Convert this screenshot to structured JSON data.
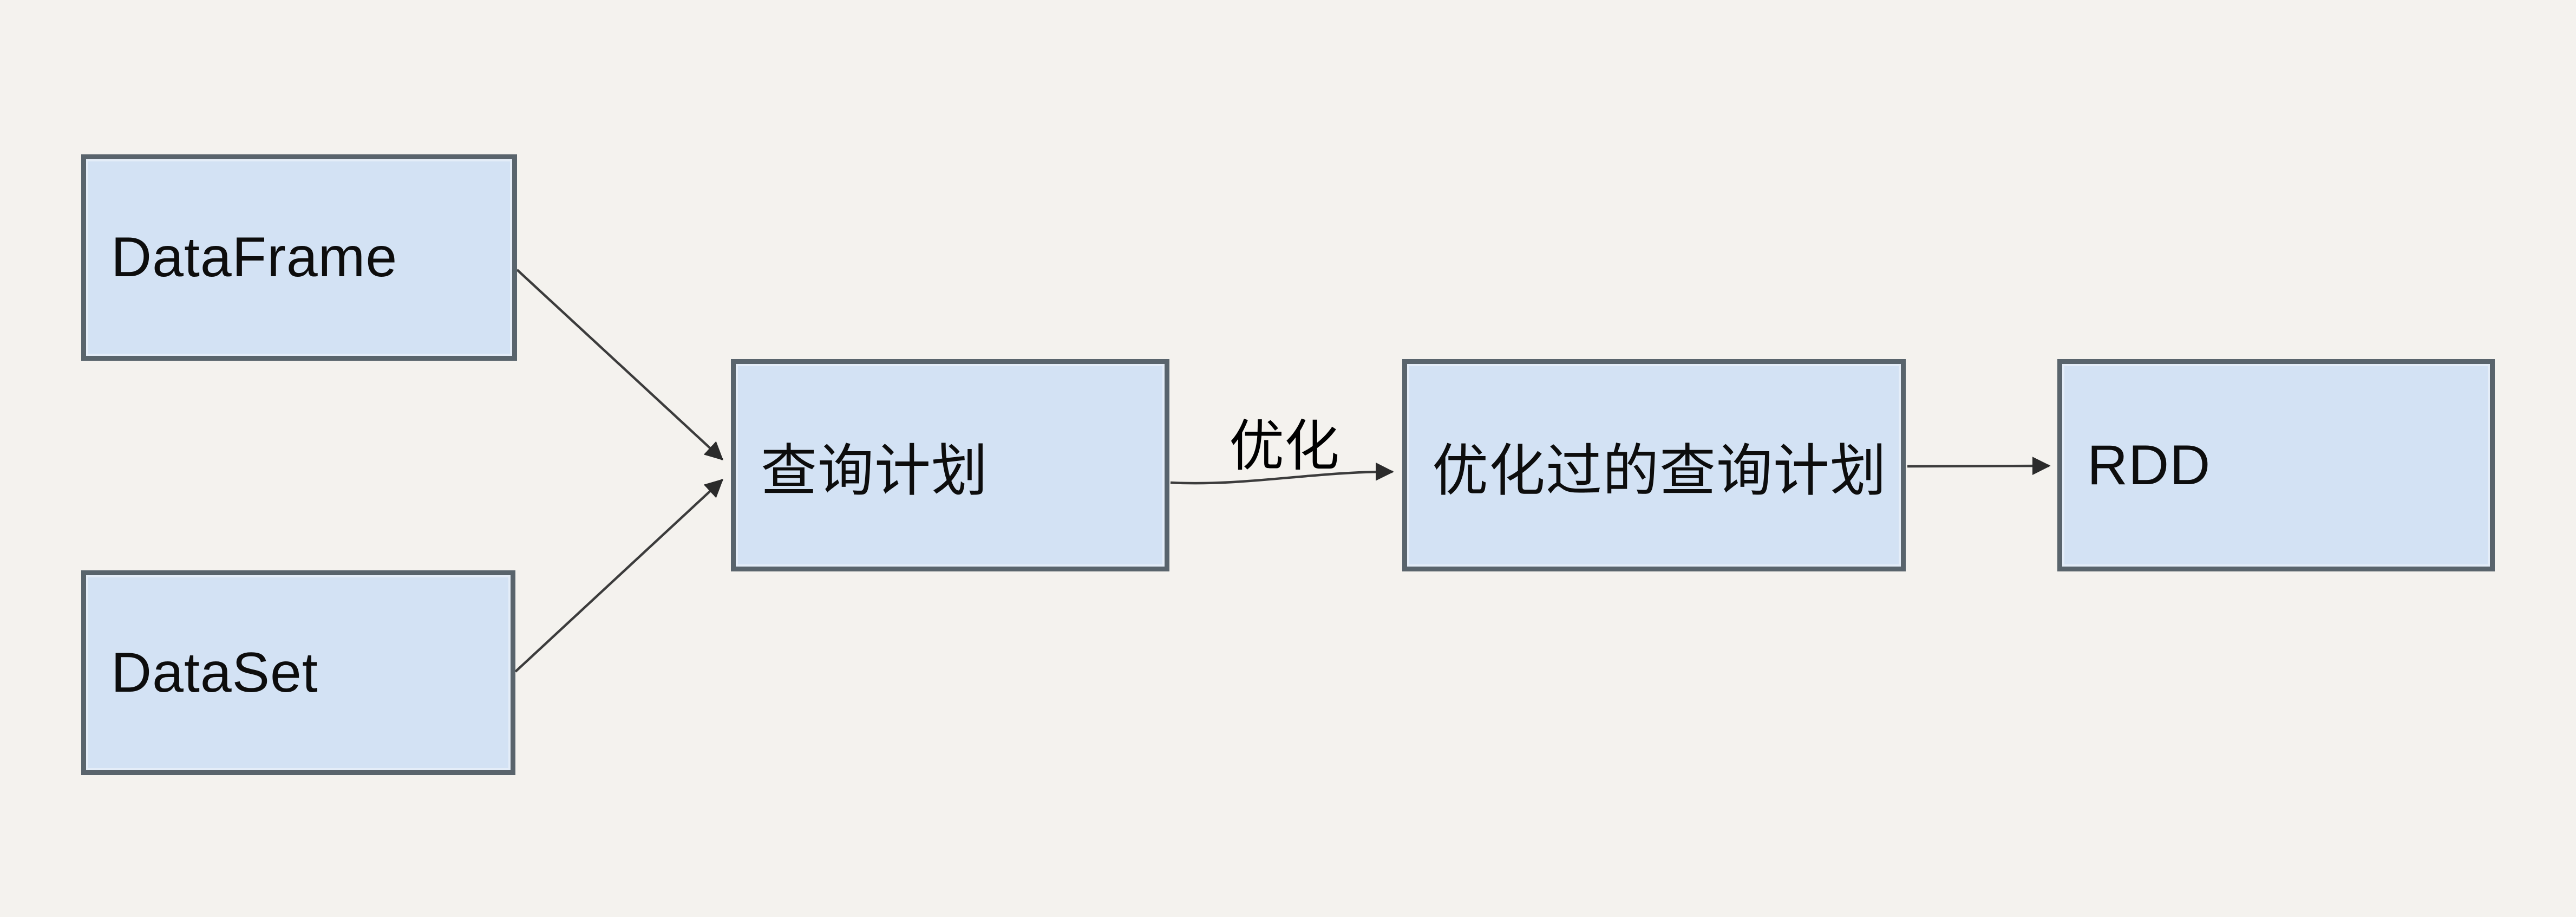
{
  "diagram": {
    "background_color": "#f4f2ee",
    "node_fill_color": "#d3e2f4",
    "node_border_color": "#59646c",
    "arrow_color": "#383838",
    "nodes": [
      {
        "id": "dataframe",
        "label": "DataFrame"
      },
      {
        "id": "dataset",
        "label": "DataSet"
      },
      {
        "id": "query-plan",
        "label": "查询计划"
      },
      {
        "id": "optimized-query-plan",
        "label": "优化过的查询计划"
      },
      {
        "id": "rdd",
        "label": "RDD"
      }
    ],
    "edges": [
      {
        "from": "dataframe",
        "to": "query-plan",
        "label": ""
      },
      {
        "from": "dataset",
        "to": "query-plan",
        "label": ""
      },
      {
        "from": "query-plan",
        "to": "optimized-query-plan",
        "label": "优化"
      },
      {
        "from": "optimized-query-plan",
        "to": "rdd",
        "label": ""
      }
    ]
  }
}
